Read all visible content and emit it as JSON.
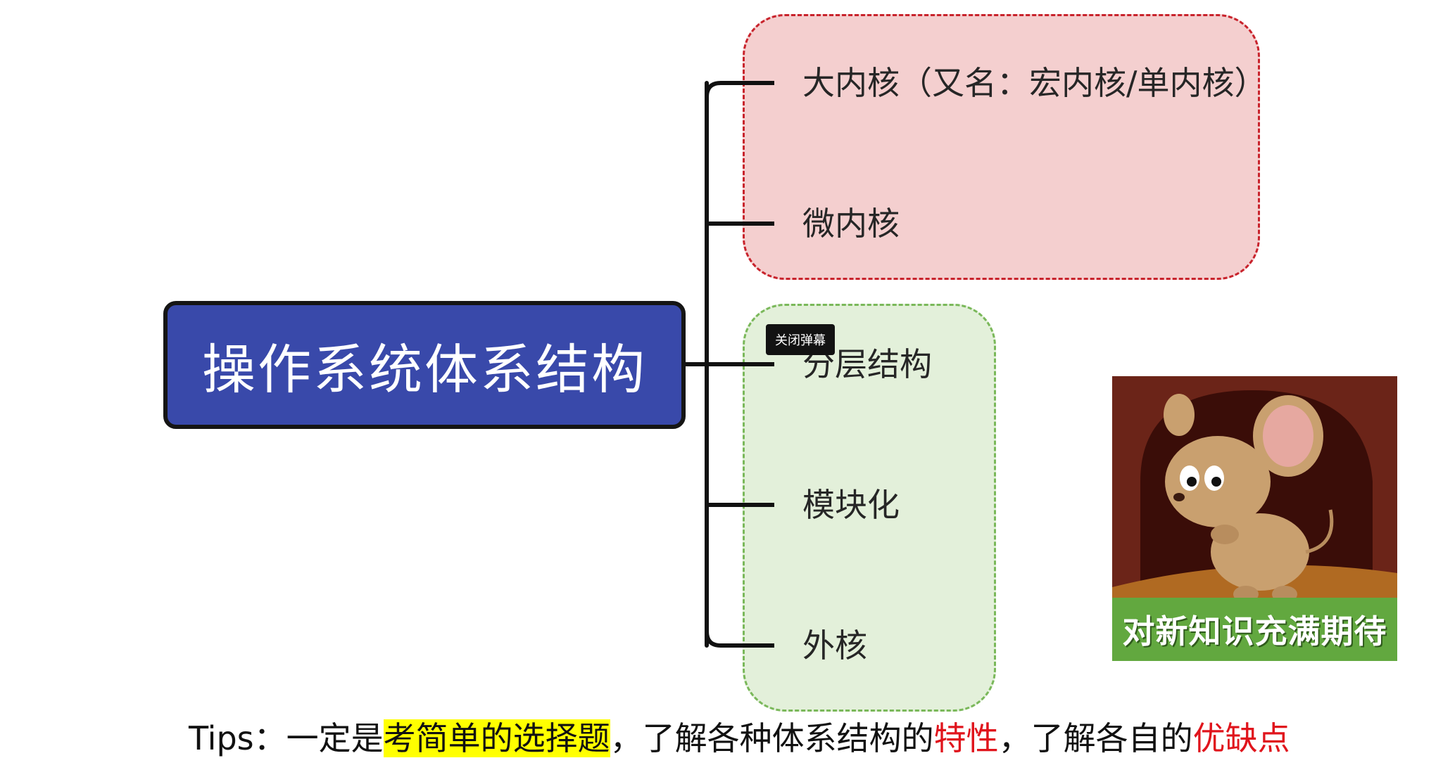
{
  "root": {
    "label": "操作系统体系结构"
  },
  "branches": [
    {
      "label": "大内核（又名：宏内核/单内核）"
    },
    {
      "label": "微内核"
    },
    {
      "label": "分层结构"
    },
    {
      "label": "模块化"
    },
    {
      "label": "外核"
    }
  ],
  "overlay": {
    "danmaku_toggle_label": "关闭弹幕"
  },
  "meme": {
    "caption": "对新知识充满期待"
  },
  "tips": {
    "prefix": "Tips：一定是",
    "highlight": "考简单的选择题",
    "middle": "，了解各种体系结构的",
    "red1": "特性",
    "middle2": "，了解各自的",
    "red2": "优缺点"
  },
  "colors": {
    "root_fill": "#3949aa",
    "red_group_fill": "#f4cfcf",
    "red_group_border": "#c8232c",
    "green_group_fill": "#e3f0da",
    "green_group_border": "#7ab85a",
    "highlight": "#ffff00",
    "emphasis_red": "#e0141c"
  }
}
